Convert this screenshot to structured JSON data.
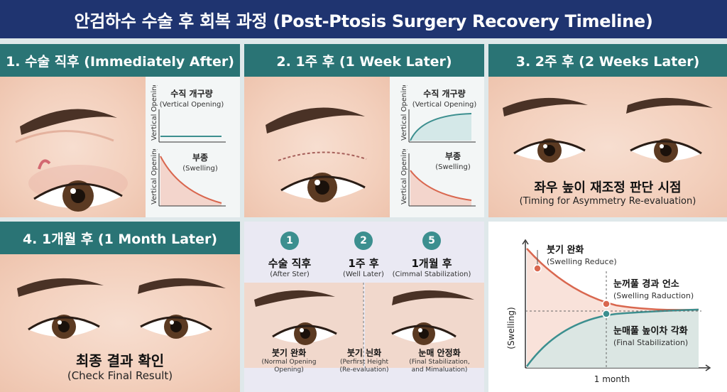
{
  "title": "안검하수 수술 후 회복 과정 (Post-Ptosis Surgery Recovery Timeline)",
  "panels": {
    "p1": {
      "header": "1. 수술 직후 (Immediately After)",
      "chart_top": {
        "title": "수직 개구량",
        "subtitle": "(Vertical Opening)",
        "axis": "Vertical Opening"
      },
      "chart_bottom": {
        "title": "부종",
        "subtitle": "(Swelling)",
        "axis": "Vertical Opening"
      }
    },
    "p2": {
      "header": "2. 1주 후 (1 Week Later)",
      "chart_top": {
        "title": "수직 개구량",
        "subtitle": "(Vertical Opening)",
        "axis": "Vertical Opening"
      },
      "chart_bottom": {
        "title": "부종",
        "subtitle": "(Swelling)",
        "axis": "Vertical Opening"
      }
    },
    "p3": {
      "header": "3. 2주 후 (2 Weeks Later)",
      "caption": "좌우 높이 재조정 판단 시점",
      "caption_sub": "(Timing for Asymmetry Re-evaluation)"
    },
    "p4": {
      "header": "4. 1개월 후 (1 Month Later)",
      "caption": "최종 결과 확인",
      "caption_sub": "(Check Final Result)"
    },
    "p5": {
      "steps": [
        {
          "num": "1",
          "title": "수술 직후",
          "sub": "(After Ster)"
        },
        {
          "num": "2",
          "title": "1주 후",
          "sub": "(Well Later)"
        },
        {
          "num": "5",
          "title": "1개월 후",
          "sub": "(Cimmal Stabilization)"
        }
      ],
      "bottom": [
        {
          "title": "붓기 완화",
          "l1": "(Normal Opening",
          "l2": "Opening)"
        },
        {
          "title": "붓기 늰화",
          "l1": "(Perfirst Height",
          "l2": "(Re-evaluation)"
        },
        {
          "title": "눈매 안정화",
          "l1": "(Final Stabilization,",
          "l2": "and Mimaluation)"
        }
      ]
    },
    "p6": {
      "ylabel": "(Swelling)",
      "xlabel": "1 month",
      "ann1": {
        "title": "붓기 완화",
        "sub": "(Swelling Reduce)"
      },
      "ann2": {
        "title": "눈꺼풀 경과 언소",
        "sub": "(Swelling Raduction)"
      },
      "ann3": {
        "title": "눈매풀 높이차 각화",
        "sub": "(Final  Stabilization)"
      }
    }
  },
  "colors": {
    "navy": "#1f3470",
    "teal": "#2a7475",
    "teal_line": "#3c8f8f",
    "swelling": "#d9674f"
  }
}
